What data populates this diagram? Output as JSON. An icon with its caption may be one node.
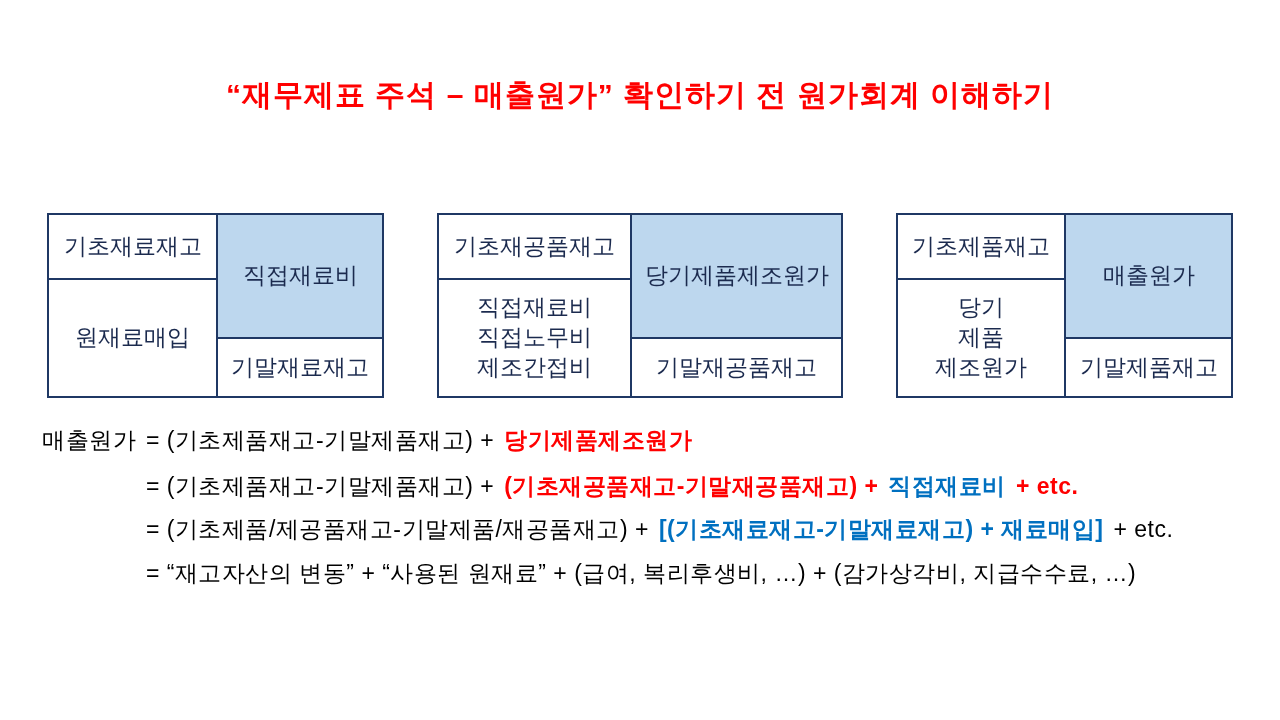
{
  "diagram": {
    "title": "“재무제표 주석 – 매출원가” 확인하기 전 원가회계 이해하기",
    "nodes": [
      {
        "text": [],
        "shape": "box"
      },
      {
        "text": [
          "기초재료재고"
        ],
        "in": 0
      },
      {
        "text": [
          "직접재료비"
        ],
        "in": 0
      },
      {
        "text": [
          "원재료매입"
        ],
        "in": 0
      },
      {
        "text": [
          "기말재료재고"
        ],
        "in": 0
      },
      {
        "text": [],
        "shape": "box"
      },
      {
        "text": [
          "기초재공품재고"
        ],
        "in": 5
      },
      {
        "text": [
          "당기제품제조원가"
        ],
        "in": 5
      },
      {
        "text": [
          "직접재료비 직접노무비 제조간접비"
        ],
        "in": 5
      },
      {
        "text": [
          "기말재공품재고"
        ],
        "in": 5
      },
      {
        "text": [],
        "shape": "box"
      },
      {
        "text": [
          "기초제품재고"
        ],
        "in": 10
      },
      {
        "text": [
          "매출원가"
        ],
        "in": 10
      },
      {
        "text": [
          "당기 제품 제조원가"
        ],
        "in": 10
      },
      {
        "text": [
          "기말제품재고"
        ],
        "in": 10
      }
    ],
    "labels": [
      "매출원가",
      "= (기초제품재고-기말제품재고) +",
      "당기제품제조원가",
      "= (기초제품재고-기말제품재고) +",
      "(기초재공품재고-기말재공품재고) +",
      "직접재료비",
      "+ etc.",
      "= (기초제품/제공품재고-기말제품/재공품재고) +",
      "[(기초재료재고-기말재료재고) + 재료매입]",
      "+ etc.",
      "= “재고자산의 변동” + “사용된 원재료” + (급여, 복리후생비, …) + (감가상각비, 지급수수료, …)"
    ]
  }
}
